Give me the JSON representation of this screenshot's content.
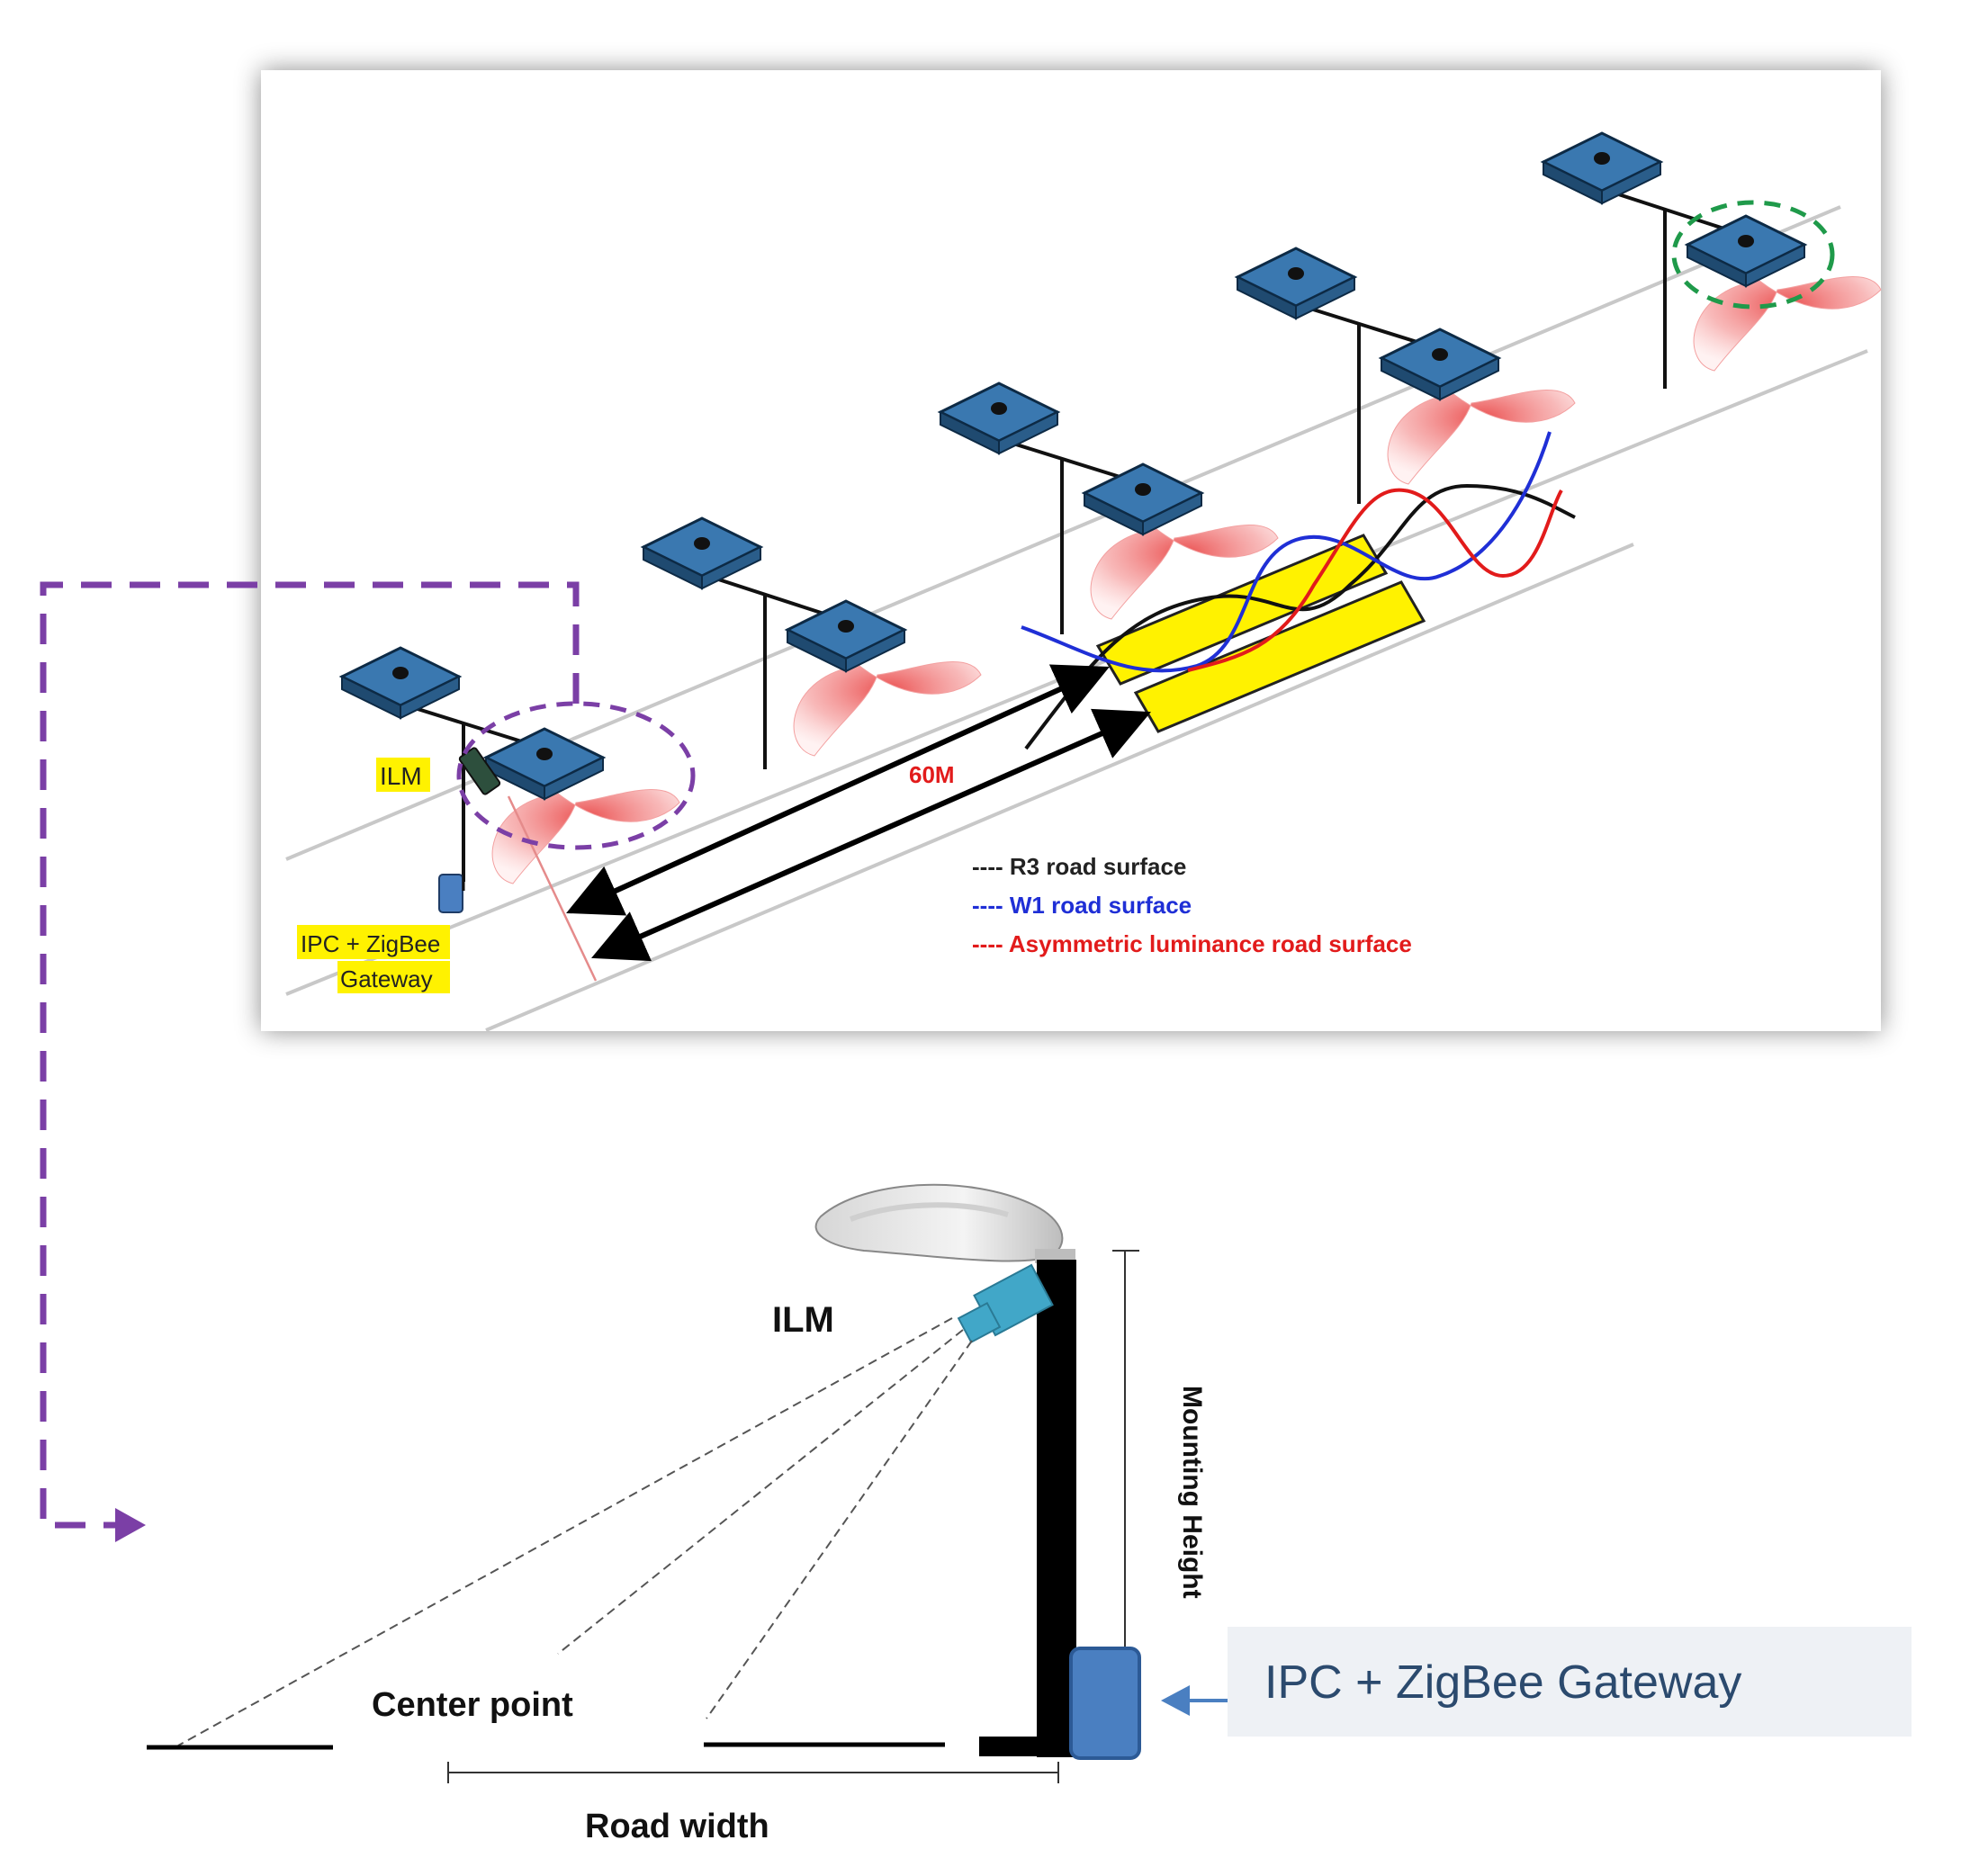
{
  "top_diagram": {
    "ilm_label": "ILM",
    "gateway_label_line1": "IPC + ZigBee",
    "gateway_label_line2": "Gateway",
    "distance_label": "60M",
    "legend": [
      {
        "text": "---- R3 road surface",
        "color": "#222222"
      },
      {
        "text": "---- W1 road surface",
        "color": "#1f2fd6"
      },
      {
        "text": "---- Asymmetric luminance road surface",
        "color": "#e21b1b"
      }
    ]
  },
  "bottom_diagram": {
    "ilm_label": "ILM",
    "mounting_height_label": "Mounting Height",
    "center_point_label": "Center point",
    "road_width_label": "Road width",
    "gateway_callout": "IPC + ZigBee Gateway"
  },
  "colors": {
    "lamp_blue": "#3a78b0",
    "lamp_dark": "#1f4a70",
    "purple_dashed": "#7b3fa6",
    "green_dashed": "#1f9a4a",
    "highlight_yellow": "#fff200",
    "light_red": "#f08080",
    "sensor_cyan": "#41a7c8",
    "gateway_blue": "#4a7fc1"
  }
}
